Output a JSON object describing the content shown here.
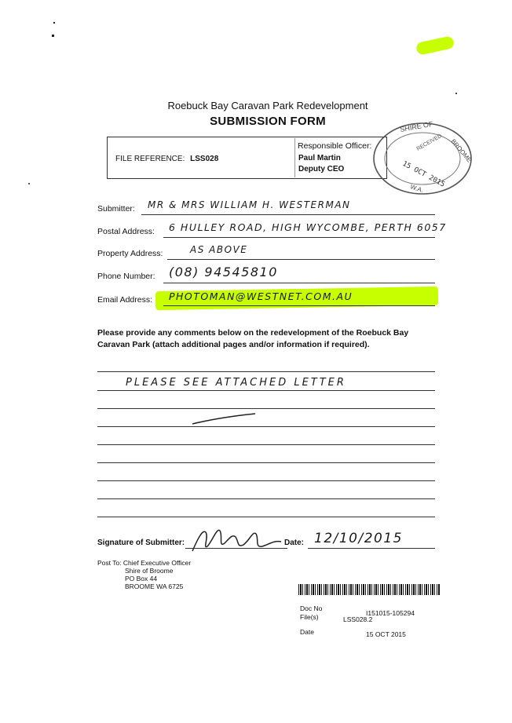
{
  "header": {
    "line1": "Roebuck Bay Caravan Park Redevelopment",
    "line2": "SUBMISSION FORM"
  },
  "reference_box": {
    "file_reference_label": "FILE REFERENCE:",
    "file_reference_value": "LSS028",
    "responsible_officer_label": "Responsible Officer:",
    "officer_name": "Paul Martin",
    "officer_title": "Deputy CEO"
  },
  "stamp": {
    "top": "SHIRE OF",
    "word2": "BROOME",
    "received": "RECEIVED",
    "date": "15 OCT 2015",
    "bottom": "W.A."
  },
  "fields": {
    "submitter_label": "Submitter:",
    "submitter_value": "MR & MRS WILLIAM H. WESTERMAN",
    "postal_label": "Postal Address:",
    "postal_value": "6 HULLEY ROAD, HIGH WYCOMBE, PERTH 6057",
    "property_label": "Property Address:",
    "property_value": "AS ABOVE",
    "phone_label": "Phone Number:",
    "phone_value": "(08) 94545810",
    "email_label": "Email Address:",
    "email_value": "PHOTOMAN@WESTNET.COM.AU"
  },
  "comments": {
    "prompt": "Please provide any comments below on the redevelopment of the Roebuck Bay Caravan Park (attach additional pages and/or information if required).",
    "text": "PLEASE SEE ATTACHED LETTER"
  },
  "signature": {
    "label": "Signature of Submitter:",
    "date_label": "Date:",
    "date_value": "12/10/2015"
  },
  "post_to": {
    "line1": "Post To: Chief Executive Officer",
    "line2": "Shire of Broome",
    "line3": "PO Box 44",
    "line4": "BROOME  WA  6725"
  },
  "doc_info": {
    "doc_no_label": "Doc No",
    "doc_no_value": "I151015-105294",
    "files_label": "File(s)",
    "files_value": "LSS028.2",
    "date_label": "Date",
    "date_value": "15 OCT 2015"
  },
  "colors": {
    "highlighter": "#c8ff00",
    "ink": "#1a1a1a"
  }
}
